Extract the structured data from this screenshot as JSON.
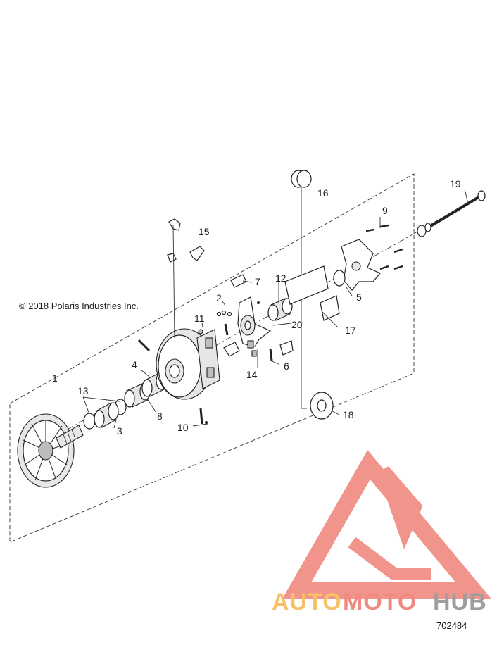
{
  "copyright": "© 2018 Polaris Industries Inc.",
  "diagram_number": "702484",
  "watermark": {
    "word_a": "AUTO",
    "word_b": "MOTO",
    "word_c": "HUB",
    "color_a": "#f6c167",
    "color_b": "#f08a80",
    "color_c": "#9e9e9e",
    "logo_color": "#f08a80"
  },
  "callouts": {
    "c1": "1",
    "c2": "2",
    "c3": "3",
    "c4": "4",
    "c5": "5",
    "c6": "6",
    "c7": "7",
    "c8": "8",
    "c9": "9",
    "c10": "10",
    "c11": "11",
    "c12": "12",
    "c13": "13",
    "c14": "14",
    "c15": "15",
    "c16": "16",
    "c17": "17",
    "c18": "18",
    "c19": "19",
    "c20": "20"
  }
}
